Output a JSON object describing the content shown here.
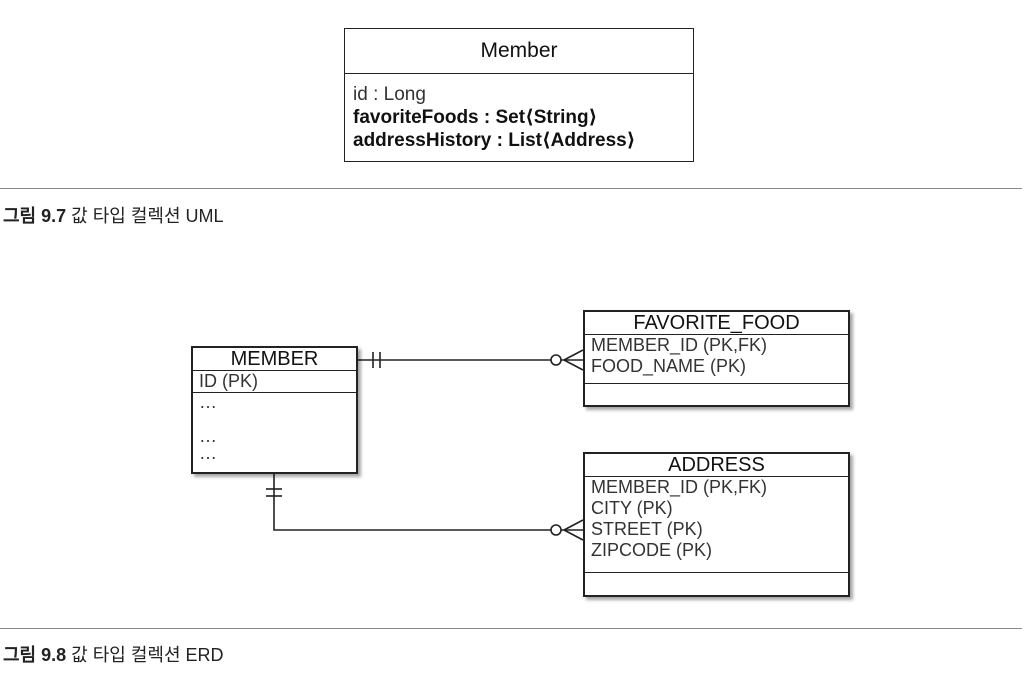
{
  "uml": {
    "class_name": "Member",
    "attributes": [
      {
        "text": "id : Long",
        "style": "light"
      },
      {
        "text": "favoriteFoods : Set⟨String⟩",
        "style": "bold"
      },
      {
        "text": "addressHistory : List⟨Address⟩",
        "style": "bold"
      }
    ]
  },
  "caption_uml": {
    "label": "그림 9.7",
    "text": " 값 타입 컬렉션 UML"
  },
  "erd": {
    "member": {
      "title": "MEMBER",
      "pk": [
        "ID (PK)"
      ],
      "other": [
        "…",
        "",
        "…",
        "…"
      ]
    },
    "favorite_food": {
      "title": "FAVORITE_FOOD",
      "attrs": [
        "MEMBER_ID (PK,FK)",
        "FOOD_NAME (PK)"
      ]
    },
    "address": {
      "title": "ADDRESS",
      "attrs": [
        "MEMBER_ID (PK,FK)",
        "CITY (PK)",
        "STREET (PK)",
        "ZIPCODE (PK)"
      ]
    },
    "relationships": [
      {
        "from": "MEMBER",
        "to": "FAVORITE_FOOD",
        "from_cardinality": "one-and-only-one",
        "to_cardinality": "zero-or-many"
      },
      {
        "from": "MEMBER",
        "to": "ADDRESS",
        "from_cardinality": "one-and-only-one",
        "to_cardinality": "zero-or-many"
      }
    ]
  },
  "caption_erd": {
    "label": "그림 9.8",
    "text": " 값 타입 컬렉션 ERD"
  }
}
